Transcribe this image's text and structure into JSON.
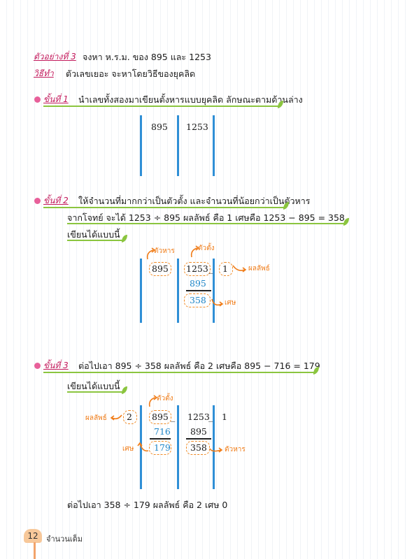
{
  "header": {
    "example_label": "ตัวอย่างที่ 3",
    "problem": "จงหา ห.ร.ม. ของ 895 และ 1253",
    "method_label": "วิธีทำ",
    "method_text": "ตัวเลขเยอะ จะหาโดยวิธีของยุคลิด"
  },
  "step1": {
    "label": "ขั้นที่ 1",
    "text": "นำเลขทั้งสองมาเขียนตั้งหารแบบยุคลิด ลักษณะตามด้านล่าง",
    "left_num": "895",
    "right_num": "1253"
  },
  "step2": {
    "label": "ขั้นที่ 2",
    "text": "ให้จำนวนที่มากกว่าเป็นตัวตั้ง และจำนวนที่น้อยกว่าเป็นตัวหาร",
    "line2": "จากโจทย์ จะได้ 1253 ÷ 895 ผลลัพธ์ คือ 1 เศษคือ 1253 − 895 = 358",
    "line3": "เขียนได้แบบนี้",
    "divisor_label": "ตัวหาร",
    "dividend_label": "ตัวตั้ง",
    "quotient_label": "ผลลัพธ์",
    "remainder_label": "เศษ",
    "divisor": "895",
    "dividend": "1253",
    "minus": "_",
    "quotient": "1",
    "sub": "895",
    "remainder": "358"
  },
  "step3": {
    "label": "ขั้นที่ 3",
    "text": "ต่อไปเอา 895 ÷ 358 ผลลัพธ์ คือ 2 เศษคือ 895 − 716 = 179",
    "line2": "เขียนได้แบบนี้",
    "dividend_label": "ตัวตั้ง",
    "quotient_label": "ผลลัพธ์",
    "remainder_label": "เศษ",
    "divisor_label": "ตัวหาร",
    "quotient": "2",
    "left_top": "895",
    "minus": "_",
    "left_sub": "716",
    "left_rem": "179",
    "mid_top": "1253",
    "mid_sub": "895",
    "mid_rem": "358",
    "right_quot": "1"
  },
  "conclusion": "ต่อไปเอา 358 ÷ 179 ผลลัพธ์ คือ 2 เศษ 0",
  "footer": {
    "page": "12",
    "chapter": "จำนวนเต็ม"
  },
  "colors": {
    "accent_pink": "#e8609a",
    "accent_green": "#8bc53f",
    "accent_blue": "#2f8fd6",
    "accent_orange": "#f07c18"
  }
}
